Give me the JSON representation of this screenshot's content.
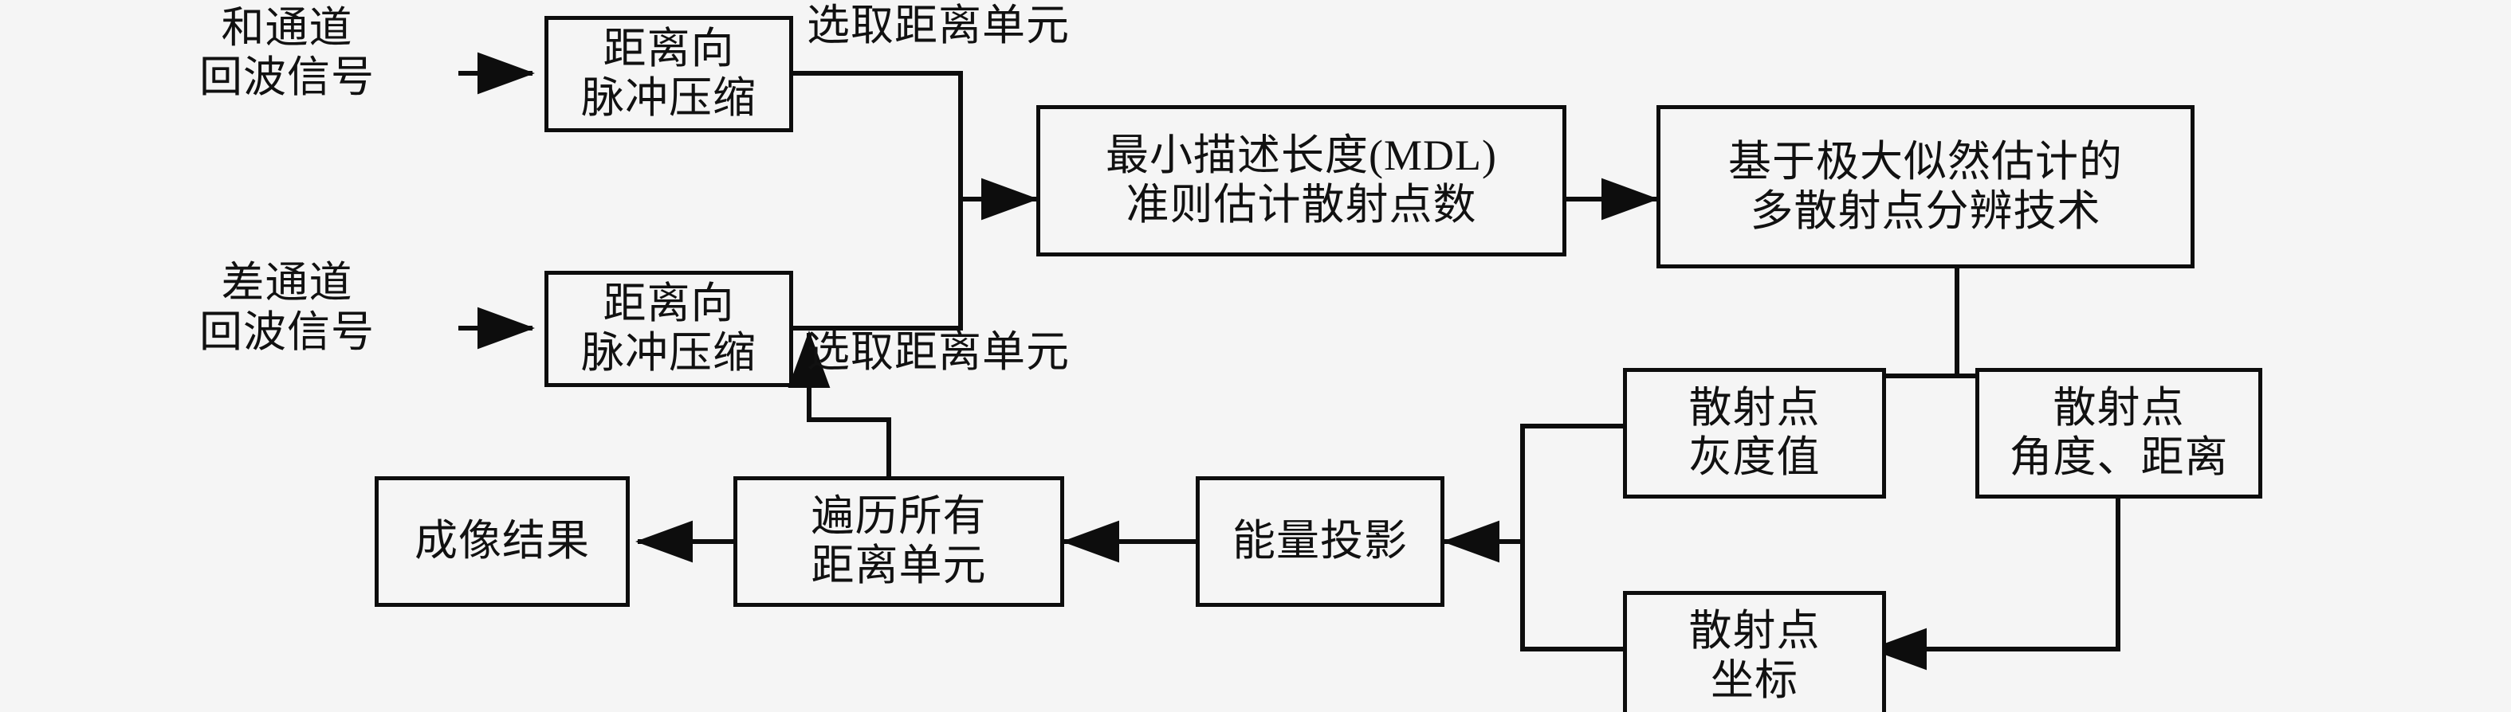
{
  "diagram": {
    "title": "ISAR scattering-point imaging processing flowchart",
    "background_color": "#f5f5f5",
    "line_color": "#0d0d0d",
    "text_color": "#111111",
    "nodes": [
      {
        "id": "sum-channel-pulse-compression",
        "lines": [
          "距离向",
          "脉冲压缩"
        ]
      },
      {
        "id": "mdl-estimate",
        "lines": [
          "最小描述长度(MDL)",
          "准则估计散射点数"
        ]
      },
      {
        "id": "ml-multi-scatterer",
        "lines": [
          "基于极大似然估计的",
          "多散射点分辨技术"
        ]
      },
      {
        "id": "diff-channel-pulse-compression",
        "lines": [
          "距离向",
          "脉冲压缩"
        ]
      },
      {
        "id": "scatterer-gray-value",
        "lines": [
          "散射点",
          "灰度值"
        ]
      },
      {
        "id": "scatterer-angle-range",
        "lines": [
          "散射点",
          "角度、距离"
        ]
      },
      {
        "id": "scatterer-coordinate",
        "lines": [
          "散射点",
          "坐标"
        ]
      },
      {
        "id": "energy-projection",
        "lines": [
          "能量投影"
        ]
      },
      {
        "id": "traverse-all-range-cells",
        "lines": [
          "遍历所有",
          "距离单元"
        ]
      },
      {
        "id": "imaging-result",
        "lines": [
          "成像结果"
        ]
      }
    ],
    "labels": [
      {
        "id": "sum-channel-echo-signal",
        "lines": [
          "和通道",
          "回波信号"
        ]
      },
      {
        "id": "select-range-cell-top",
        "lines": [
          "选取距离单元"
        ]
      },
      {
        "id": "diff-channel-echo-signal",
        "lines": [
          "差通道",
          "回波信号"
        ]
      },
      {
        "id": "select-range-cell-bottom",
        "lines": [
          "选取距离单元"
        ]
      }
    ]
  }
}
